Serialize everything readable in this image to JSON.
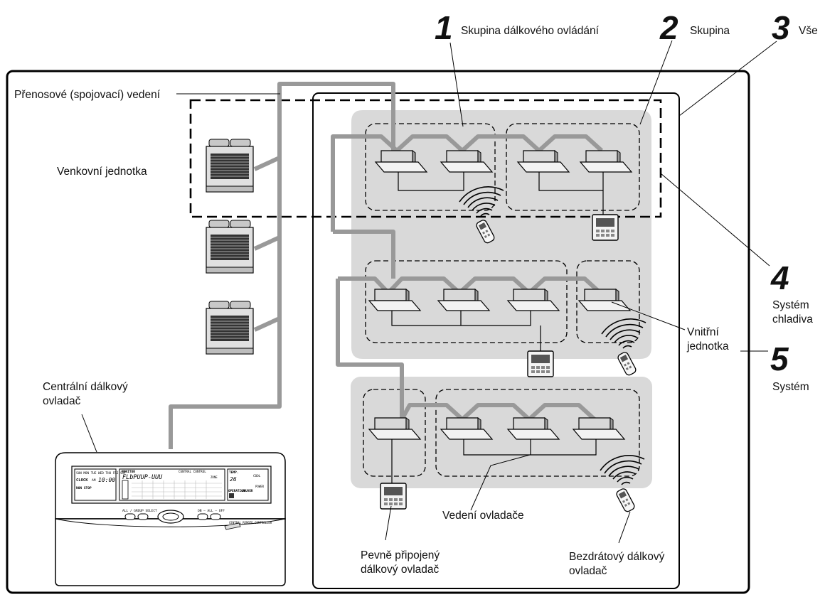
{
  "callouts": [
    {
      "number": "1",
      "text": "Skupina dálkového ovládání"
    },
    {
      "number": "2",
      "text": "Skupina"
    },
    {
      "number": "3",
      "text": "Vše"
    },
    {
      "number": "4",
      "text": "Systém chladiva",
      "lines": [
        "Systém",
        "chladiva"
      ]
    },
    {
      "number": "5",
      "text": "Systém"
    }
  ],
  "labels": {
    "transmission_line": "Přenosové (spojovací) vedení",
    "outdoor_unit": "Venkovní jednotka",
    "central_controller": [
      "Centrální dálkový",
      "ovladač"
    ],
    "indoor_unit": [
      "Vnitřní",
      "jednotka"
    ],
    "control_wiring": "Vedení ovladače",
    "wired_remote": [
      "Pevně připojený",
      "dálkový ovladač"
    ],
    "wireless_remote": [
      "Bezdrátový dálkový",
      "ovladač"
    ]
  },
  "controller_panel": {
    "days": "SUN MON TUE WED THU FRI SAT",
    "clock_label": "CLOCK",
    "clock_ampm": "AM",
    "clock_time": "10:00",
    "non_stop": "NON STOP",
    "monitor": "MONITOR",
    "central_control": "CENTRAL CONTROL",
    "display_code": "FLbPUUP-UUU",
    "zone": "ZONE",
    "temp_label": "TEMP.",
    "temp_value": "26",
    "cool": "COOL",
    "operation": "OPERATION",
    "louver": "LOUVER",
    "power": "POWER",
    "buttons_left": "ALL / GROUP  SELECT",
    "buttons_right": "ON — ALL — OFF",
    "model": "CENTRAL REMOTE CONTROLLER"
  },
  "colors": {
    "pipe": "#999999",
    "group_shade": "#d9d9d9",
    "outline": "#000000"
  }
}
